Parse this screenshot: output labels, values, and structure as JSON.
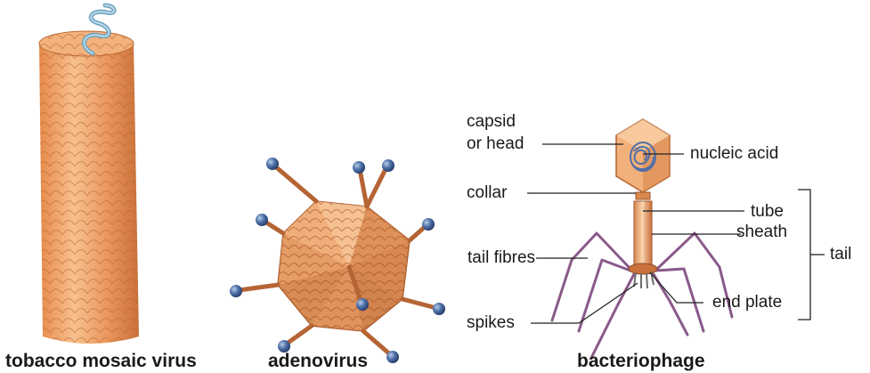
{
  "captions": {
    "tmv": "tobacco mosaic virus",
    "adenovirus": "adenovirus",
    "phage": "bacteriophage"
  },
  "labels": {
    "capsid_line1": "capsid",
    "capsid_line2": "or head",
    "nucleic_acid": "nucleic acid",
    "collar": "collar",
    "tube": "tube",
    "sheath": "sheath",
    "tail": "tail",
    "tail_fibres": "tail fibres",
    "end_plate": "end plate",
    "spikes": "spikes"
  },
  "colors": {
    "capsid_orange": "#e9955a",
    "capsid_light": "#f6c59a",
    "rna_blue": "#6fa6c4",
    "knob_blue": "#4d6fa8",
    "fibre_purple": "#8a5a8a",
    "leader_line": "#222222"
  }
}
